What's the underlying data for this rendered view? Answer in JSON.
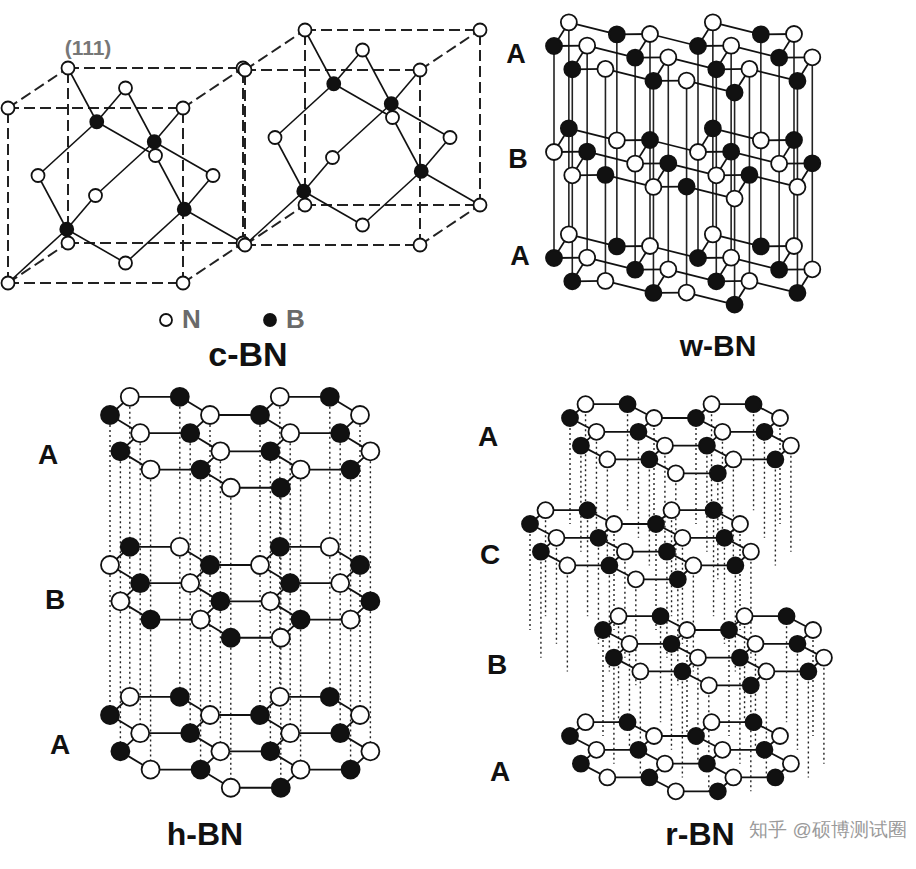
{
  "diagram": {
    "labels": [
      "(111)",
      "A",
      "B",
      "A",
      "c-BN",
      "w-BN",
      "A",
      "B",
      "A",
      "A",
      "C",
      "B",
      "A",
      "h-BN",
      "r-BN",
      "知乎 @硕博测试圈"
    ],
    "legend": [
      {
        "text": "N"
      },
      {
        "text": "B"
      }
    ]
  }
}
